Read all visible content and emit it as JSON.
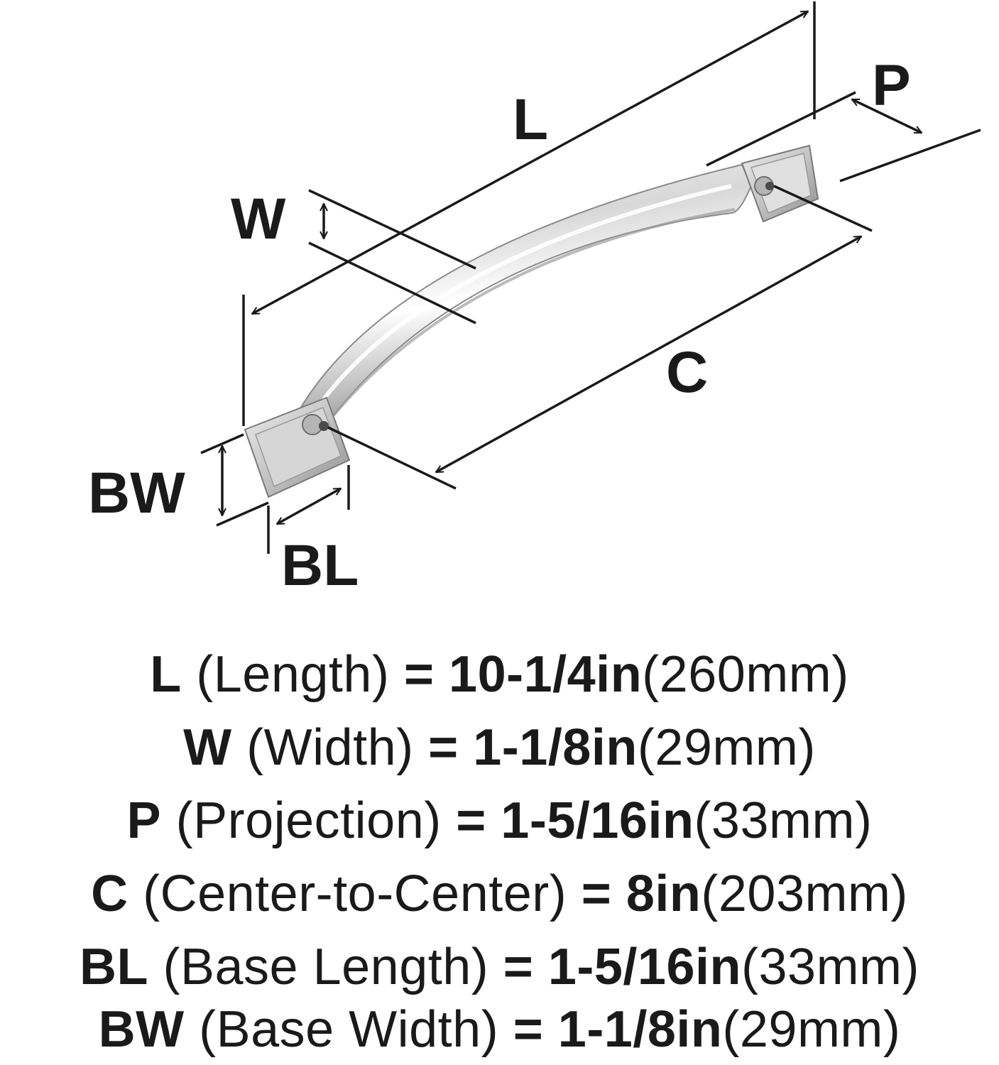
{
  "diagram": {
    "labels": {
      "L": "L",
      "W": "W",
      "P": "P",
      "C": "C",
      "BW": "BW",
      "BL": "BL"
    },
    "colors": {
      "line": "#1a1a1a",
      "metal_light": "#f2f2f2",
      "metal_mid": "#c9c9c9",
      "metal_dark": "#8a8a8a"
    }
  },
  "specs": [
    {
      "code": "L",
      "desc": "(Length)",
      "eq": "=",
      "imperial": "10-1/4in",
      "metric": "(260mm)"
    },
    {
      "code": "W",
      "desc": "(Width)",
      "eq": "=",
      "imperial": "1-1/8in",
      "metric": "(29mm)"
    },
    {
      "code": "P",
      "desc": "(Projection)",
      "eq": "=",
      "imperial": "1-5/16in",
      "metric": "(33mm)"
    },
    {
      "code": "C",
      "desc": "(Center-to-Center)",
      "eq": "=",
      "imperial": "8in",
      "metric": "(203mm)"
    },
    {
      "code": "BL",
      "desc": "(Base Length)",
      "eq": "=",
      "imperial": "1-5/16in",
      "metric": "(33mm)"
    },
    {
      "code": "BW",
      "desc": "(Base Width)",
      "eq": "=",
      "imperial": "1-1/8in",
      "metric": "(29mm)"
    }
  ]
}
